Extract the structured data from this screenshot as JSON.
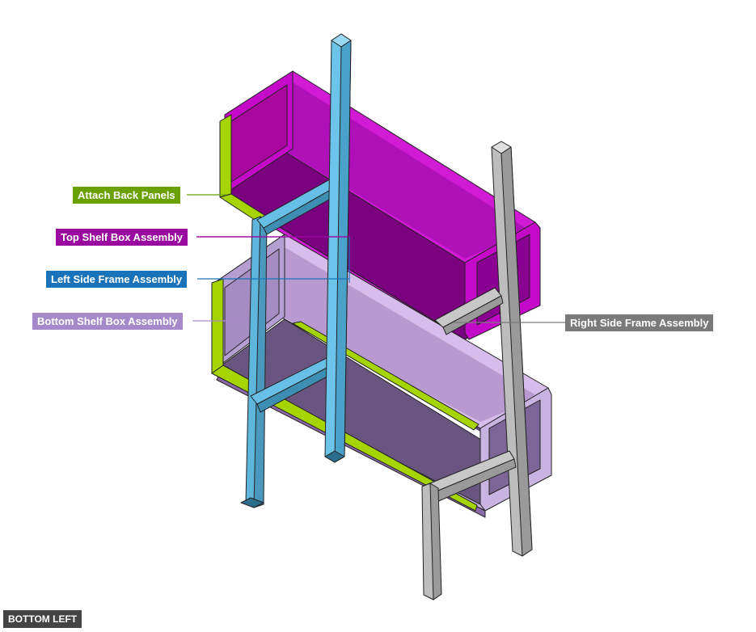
{
  "labels": {
    "attach_back_panels": "Attach Back Panels",
    "top_shelf_box": "Top Shelf Box Assembly",
    "left_side_frame": "Left Side Frame Assembly",
    "bottom_shelf_box": "Bottom Shelf Box Assembly",
    "right_side_frame": "Right Side Frame Assembly"
  },
  "view": {
    "name": "BOTTOM LEFT"
  },
  "colors": {
    "attach_back_panels": "#6aa000",
    "top_shelf_box": "#9a0aa0",
    "left_side_frame": "#1a73b8",
    "bottom_shelf_box": "#a689c8",
    "right_side_frame": "#7a7a7a",
    "view_badge": "#444444"
  }
}
